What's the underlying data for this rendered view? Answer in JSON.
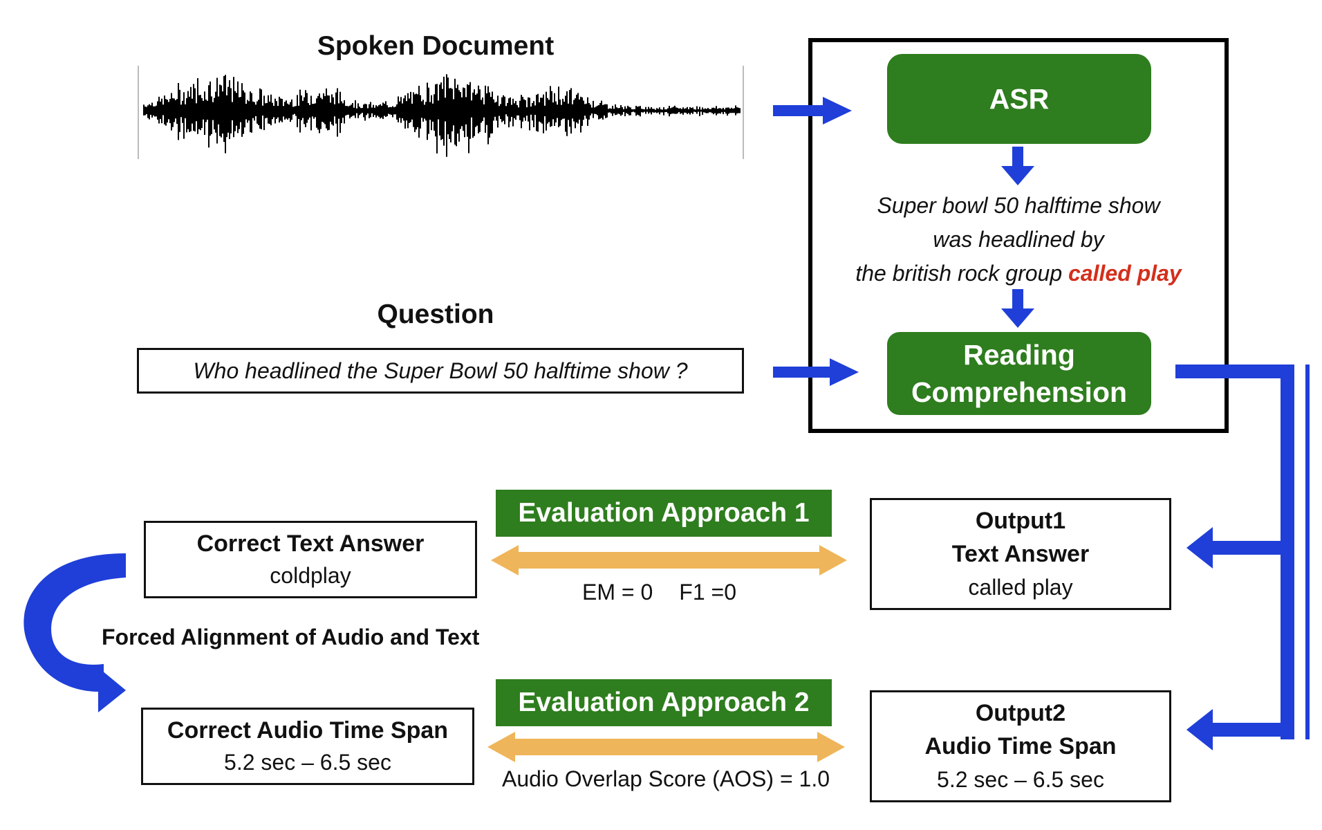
{
  "spoken_document": {
    "label": "Spoken Document"
  },
  "asr": {
    "label": "ASR",
    "transcript_line1": "Super bowl 50 halftime show",
    "transcript_line2": "was headlined by",
    "transcript_line3_prefix": "the british rock group",
    "transcript_highlight": "called play"
  },
  "question": {
    "label": "Question",
    "text": "Who headlined the Super Bowl 50 halftime show ?"
  },
  "reading_comprehension": {
    "line1": "Reading",
    "line2": "Comprehension"
  },
  "evaluation1": {
    "label": "Evaluation Approach 1",
    "metrics_em": "EM = 0",
    "metrics_f1": "F1 =0"
  },
  "evaluation2": {
    "label": "Evaluation Approach 2",
    "metric": "Audio Overlap Score (AOS) = 1.0"
  },
  "correct_text_answer": {
    "title": "Correct Text Answer",
    "value": "coldplay"
  },
  "forced_alignment": {
    "label": "Forced Alignment of Audio and Text"
  },
  "correct_audio_span": {
    "title": "Correct Audio Time Span",
    "value": "5.2 sec – 6.5 sec"
  },
  "output1": {
    "line1": "Output1",
    "line2": "Text Answer",
    "value": "called play"
  },
  "output2": {
    "line1": "Output2",
    "line2": "Audio Time Span",
    "value": "5.2 sec – 6.5 sec"
  },
  "colors": {
    "green": "#2e7d1e",
    "blue_arrow": "#1f3fd8",
    "orange_arrow": "#efb55a",
    "highlight_red": "#d32f1c"
  }
}
